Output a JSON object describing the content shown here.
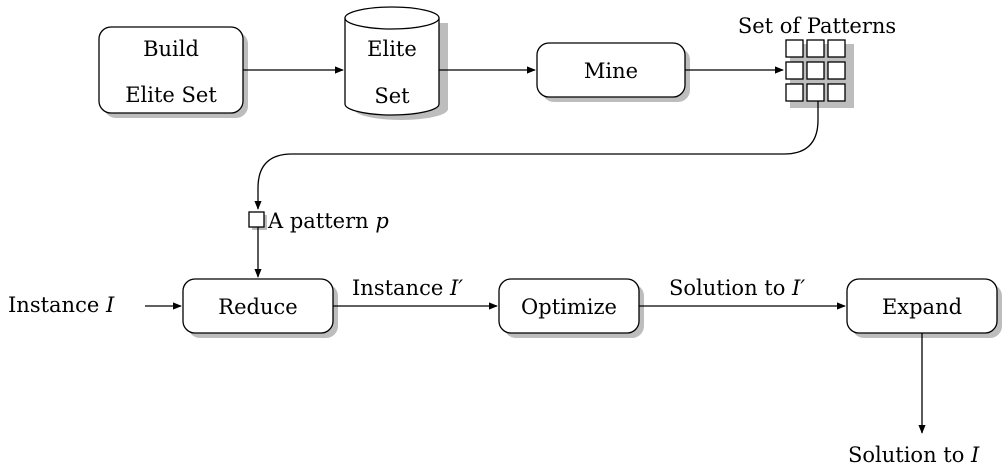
{
  "nodes": {
    "build_elite_set": {
      "line1": "Build",
      "line2": "Elite Set"
    },
    "elite_set": {
      "line1": "Elite",
      "line2": "Set"
    },
    "mine": {
      "label": "Mine"
    },
    "set_of_patterns": {
      "label": "Set of Patterns"
    },
    "pattern": {
      "label": "A pattern ",
      "var": "p"
    },
    "reduce": {
      "label": "Reduce"
    },
    "optimize": {
      "label": "Optimize"
    },
    "expand": {
      "label": "Expand"
    }
  },
  "edges": {
    "instance_in": {
      "label": "Instance ",
      "var": "I"
    },
    "instance_reduced": {
      "label": "Instance ",
      "var": "I′"
    },
    "solution_reduced": {
      "label": "Solution to ",
      "var": "I′"
    },
    "solution_out": {
      "label": "Solution to ",
      "var": "I"
    }
  },
  "colors": {
    "stroke": "#000000",
    "fill": "#ffffff",
    "shadow": "#bdbdbd"
  }
}
